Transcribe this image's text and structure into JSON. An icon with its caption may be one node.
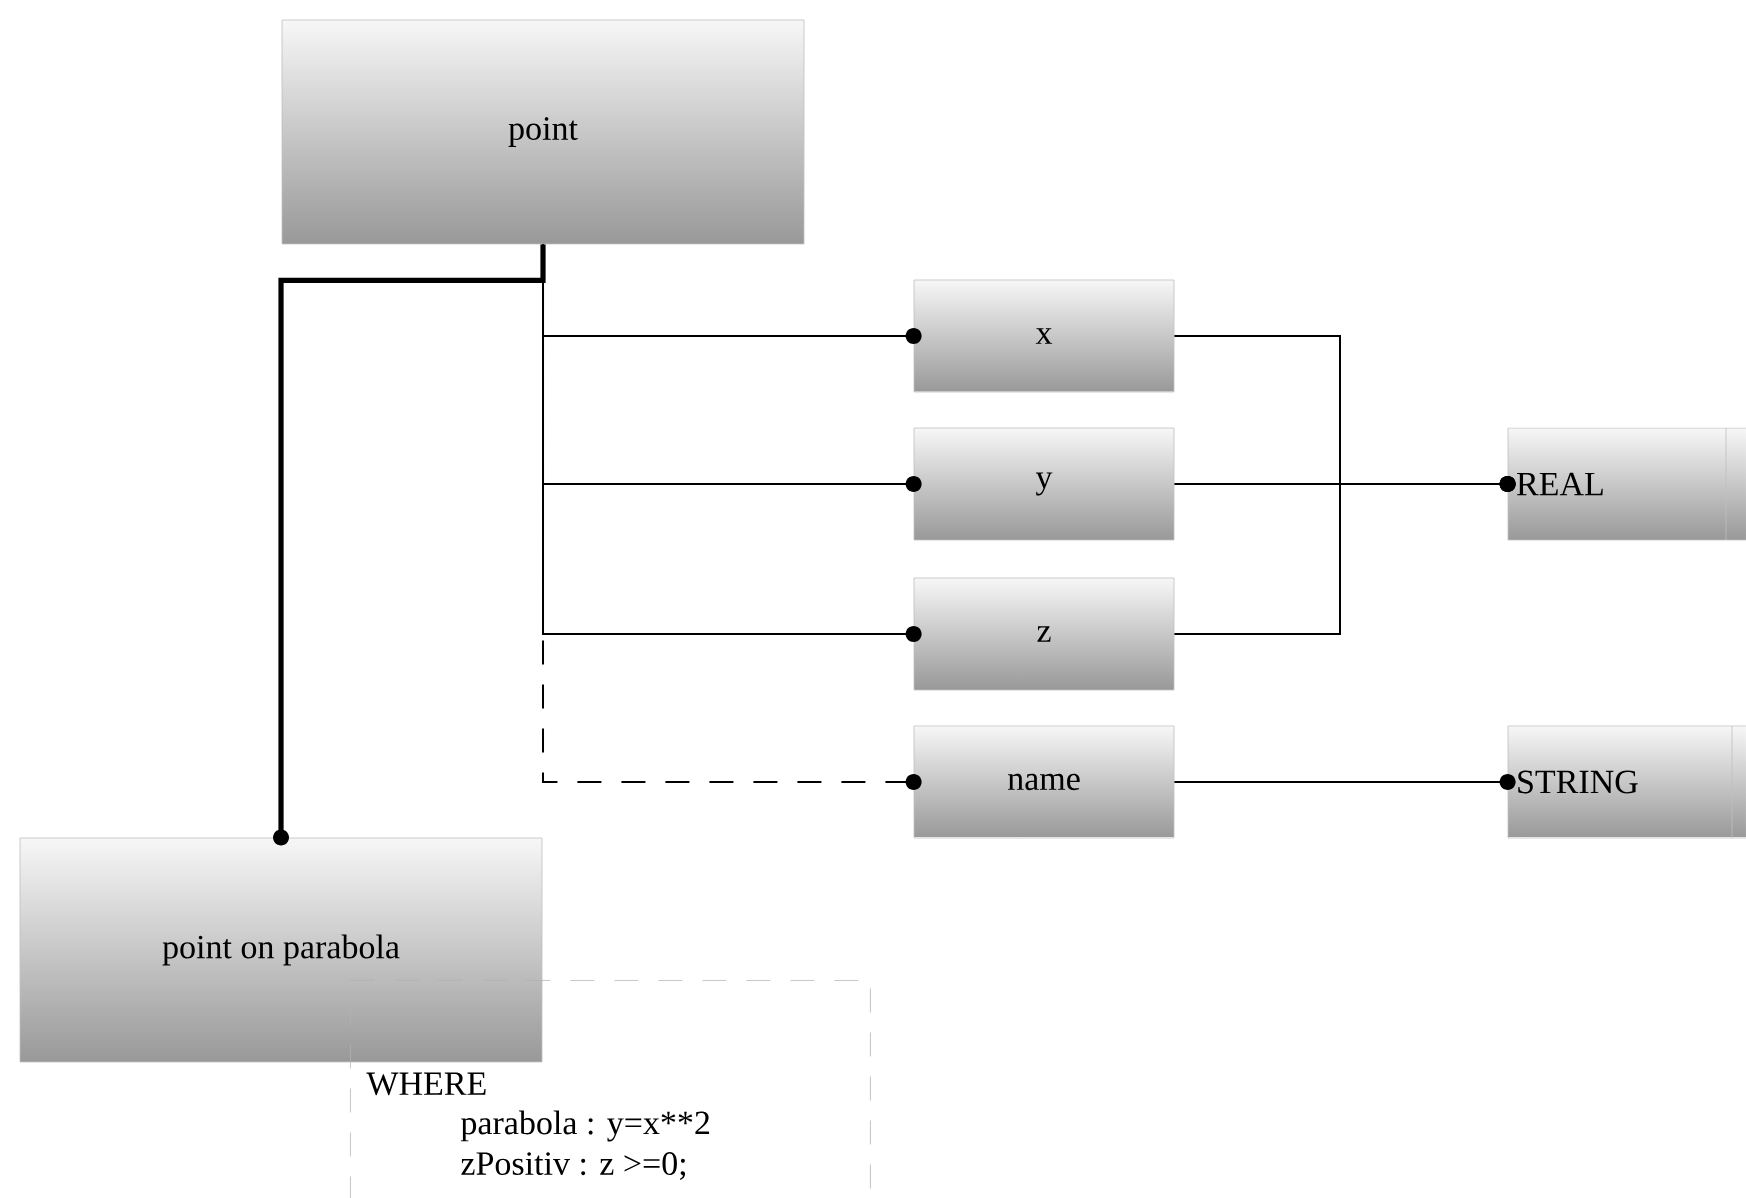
{
  "diagram": {
    "nodes": [
      {
        "text": [
          "point"
        ]
      },
      {
        "text": [
          "x"
        ]
      },
      {
        "text": [
          "y"
        ]
      },
      {
        "text": [
          "z"
        ]
      },
      {
        "text": [
          "name"
        ]
      },
      {
        "text": [
          "REAL"
        ]
      },
      {
        "text": [
          "STRING"
        ]
      },
      {
        "text": [
          "point on parabola"
        ]
      },
      {
        "text": [
          "WHERE",
          "parabola : y=x**2",
          "zPositiv : z >=0;"
        ]
      }
    ],
    "edges": [
      {
        "from": 0,
        "to": 7,
        "arrow": "other",
        "style": "thick"
      },
      {
        "from": 0,
        "to": 1,
        "arrow": "other"
      },
      {
        "from": 0,
        "to": 2,
        "arrow": "other"
      },
      {
        "from": 0,
        "to": 3,
        "arrow": "other"
      },
      {
        "from": 0,
        "to": 4,
        "arrow": "other",
        "style": "dashed"
      },
      {
        "from": 1,
        "to": 5,
        "arrow": "other"
      },
      {
        "from": 2,
        "to": 5,
        "arrow": "other"
      },
      {
        "from": 3,
        "to": 5,
        "arrow": "other"
      },
      {
        "from": 4,
        "to": 6,
        "arrow": "other"
      }
    ]
  }
}
